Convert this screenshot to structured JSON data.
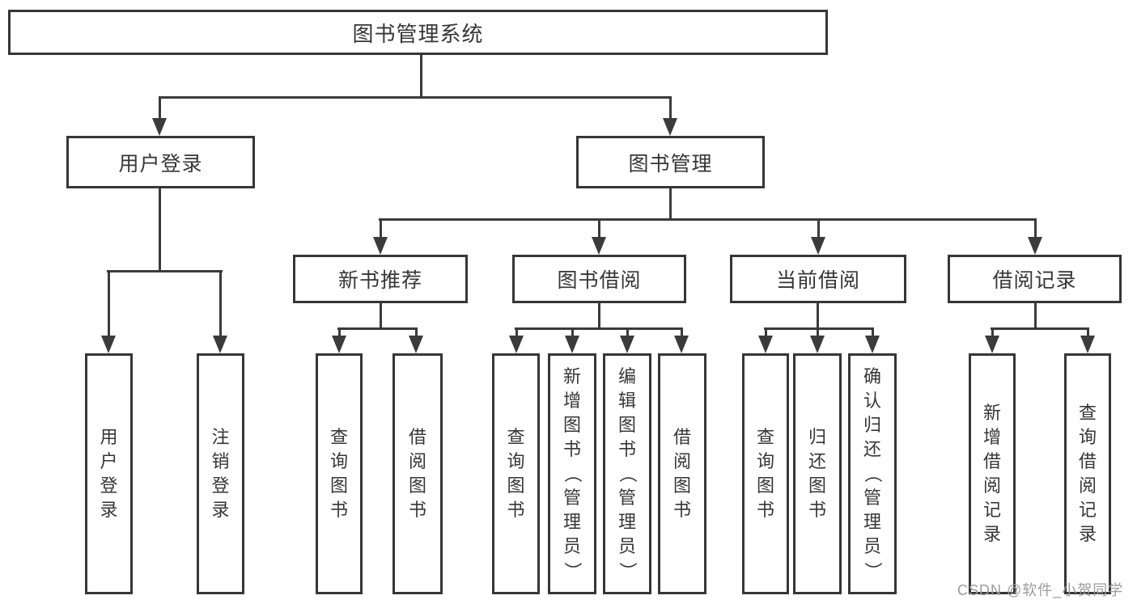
{
  "colors": {
    "line": "#3b3b3b",
    "border": "#363636",
    "text": "#363636",
    "watermark": "#9b9b9b",
    "background": "#ffffff"
  },
  "watermark": {
    "text": "CSDN @软件_小贺同学"
  },
  "tree": {
    "root": {
      "label": "图书管理系统",
      "children": [
        {
          "label": "用户登录",
          "children": [
            {
              "label": "用户登录"
            },
            {
              "label": "注销登录"
            }
          ]
        },
        {
          "label": "图书管理",
          "children": [
            {
              "label": "新书推荐",
              "children": [
                {
                  "label": "查询图书"
                },
                {
                  "label": "借阅图书"
                }
              ]
            },
            {
              "label": "图书借阅",
              "children": [
                {
                  "label": "查询图书"
                },
                {
                  "label": "新增图书（管理员）"
                },
                {
                  "label": "编辑图书（管理员）"
                },
                {
                  "label": "借阅图书"
                }
              ]
            },
            {
              "label": "当前借阅",
              "children": [
                {
                  "label": "查询图书"
                },
                {
                  "label": "归还图书"
                },
                {
                  "label": "确认归还（管理员）"
                }
              ]
            },
            {
              "label": "借阅记录",
              "children": [
                {
                  "label": "新增借阅记录"
                },
                {
                  "label": "查询借阅记录"
                }
              ]
            }
          ]
        }
      ]
    }
  }
}
